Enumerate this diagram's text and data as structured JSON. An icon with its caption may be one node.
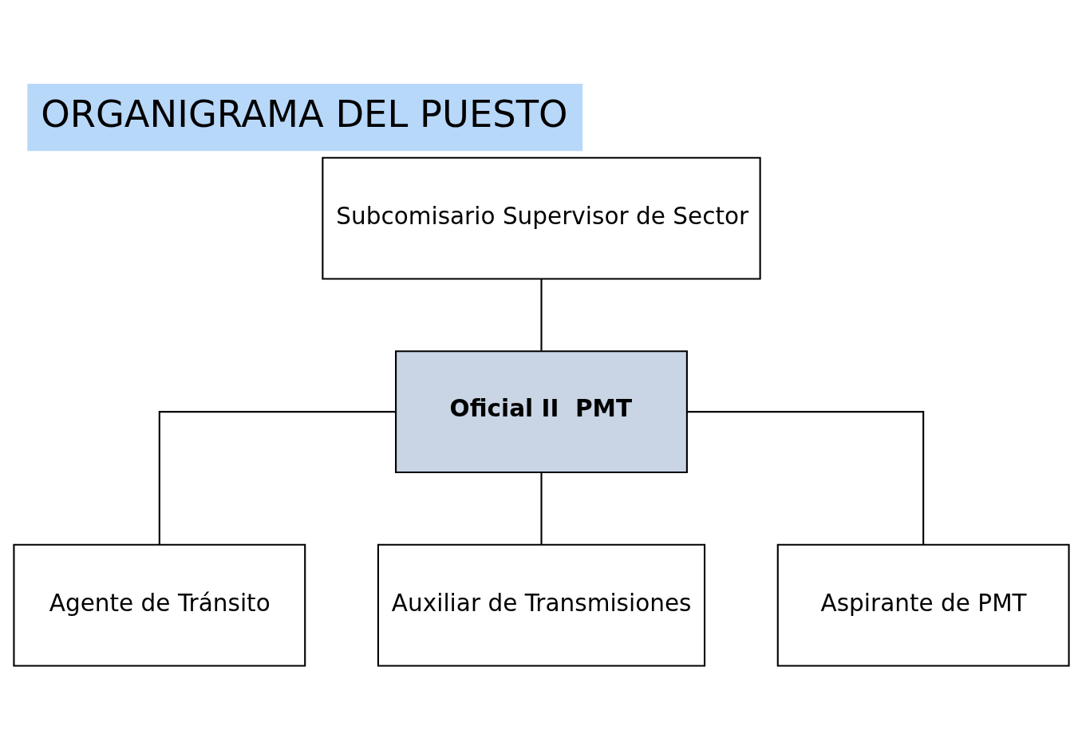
{
  "diagram": {
    "title": "ORGANIGRAMA DEL PUESTO",
    "nodes": [
      {
        "text": [
          "Subcomisario Supervisor de Sector"
        ]
      },
      {
        "text": [
          "Oficial II  PMT"
        ]
      },
      {
        "text": [
          "Agente de Tránsito"
        ]
      },
      {
        "text": [
          "Auxiliar de Transmisiones"
        ]
      },
      {
        "text": [
          "Aspirante de PMT"
        ]
      }
    ],
    "edges": [
      {
        "from": 0,
        "to": 1,
        "arrow": "none"
      },
      {
        "from": 1,
        "to": 2,
        "arrow": "none"
      },
      {
        "from": 1,
        "to": 3,
        "arrow": "none"
      },
      {
        "from": 1,
        "to": 4,
        "arrow": "none"
      }
    ]
  }
}
